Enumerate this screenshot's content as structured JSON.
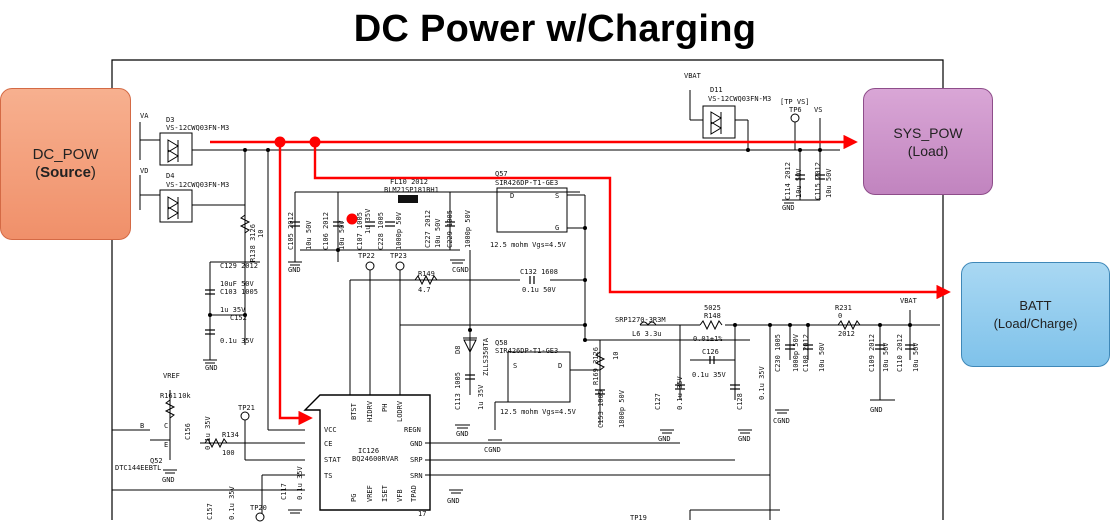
{
  "title": "DC Power w/Charging",
  "blocks": {
    "dc_pow": {
      "name": "DC_POW",
      "role_open": "(",
      "role": "Source",
      "role_close": ")"
    },
    "sys_pow": {
      "name": "SYS_POW",
      "role": "(Load)"
    },
    "batt": {
      "name": "BATT",
      "role": "(Load/Charge)"
    }
  },
  "colors": {
    "flow": "#ff0000",
    "wire": "#000000",
    "dc_box": "#f0906a",
    "sys_box": "#c184bf",
    "batt_box": "#7fc2ea"
  },
  "labels": {
    "va": "VA",
    "vd": "VD",
    "vbat": "VBAT",
    "vbat2": "VBAT",
    "vs": "VS",
    "vref": "VREF",
    "d3": "D3",
    "d3_part": "VS-12CWQ03FN-M3",
    "d4": "D4",
    "d4_part": "VS-12CWQ03FN-M3",
    "d11": "D11",
    "d11_part": "VS-12CWQ03FN-M3",
    "tp_vs": "[TP VS]",
    "tp6": "TP6",
    "fl10": "FL10 2012",
    "fl10_part": "BLM21SP181BH1",
    "q57": "Q57",
    "q57_part": "SIR426DP-T1-GE3",
    "q57_spec": "12.5 mohm Vgs=4.5V",
    "q58": "Q58",
    "q58_part": "SIR426DP-T1-GE3",
    "q58_spec": "12.5 mohm Vgs=4.5V",
    "r138": "R138 3126",
    "r138_v": "10",
    "c105": "C105 2012",
    "c105_v": "10u 50V",
    "c106": "C106 2012",
    "c106_v": "10u 50V",
    "c107": "C107 1005",
    "c107_v": "1u 35V",
    "c228": "C228 1005",
    "c228_v": "1000p 50V",
    "c227": "C227 2012",
    "c227_v": "10u 50V",
    "c229": "C229 1005",
    "c229_v": "1000p 50V",
    "c129": "C129 2012",
    "c129_v": "10uF 50V",
    "c103": "C103 1005",
    "c103_v": "1u 35V",
    "c152": "C152",
    "c152_v": "0.1u 35V",
    "tp22": "TP22",
    "tp23": "TP23",
    "tp21": "TP21",
    "tp20": "TP20",
    "tp19": "TP19",
    "r149": "R149",
    "r149_v": "4.7",
    "c132": "C132 1608",
    "c132_v": "0.1u 50V",
    "srp": "SRP1270-3R3M",
    "l6": "L6 3.3u",
    "r148a": "5025",
    "r148": "R148",
    "r148_v": "0.01±1%",
    "r231": "R231",
    "r231_a": "0",
    "r231_b": "2012",
    "c114": "C114 2012",
    "c114_v": "10u 50V",
    "c115": "C115 2012",
    "c115_v": "10u 50V",
    "d8": "D8",
    "d8_part": "ZLLS350TA",
    "c113": "C113 1005",
    "c113_v": "1u 35V",
    "r169": "R169 3126",
    "r169_v": "10",
    "c153": "C153 1005",
    "c153_v": "1800p 50V",
    "c126": "C126",
    "c126_v": "0.1u 35V",
    "c127": "C127",
    "c127_v": "0.1u 35V",
    "c128": "C128",
    "c128_v": "0.1u 35V",
    "c230": "C230 1005",
    "c230_v": "1000p 50V",
    "c108": "C108 2012",
    "c108_v": "10u 50V",
    "c109": "C109 2012",
    "c109_v": "10u 50V",
    "c110": "C110 2012",
    "c110_v": "10u 50V",
    "r161": "R161",
    "r161_v": "10k",
    "c156": "C156",
    "c156_v": "0.1u 35V",
    "r134": "R134",
    "r134_v": "100",
    "q52": "Q52",
    "q52_part": "DTC144EEBTL",
    "c157": "C157",
    "c157_v": "0.1u 35V",
    "c117": "C117",
    "c117_v": "0.1u 35V",
    "ic126": "IC126",
    "ic126_part": "BQ24600RVAR",
    "gnd": "GND",
    "cgnd": "CGND",
    "pin_vcc": "VCC",
    "pin_ce": "CE",
    "pin_stat": "STAT",
    "pin_ts": "TS",
    "pin_bst": "BTST",
    "pin_hidrv": "HIDRV",
    "pin_ph": "PH",
    "pin_lodrv": "LODRV",
    "pin_regn": "REGN",
    "pin_gnd": "GND",
    "pin_srp": "SRP",
    "pin_srn": "SRN",
    "pin_pg": "PG",
    "pin_vref": "VREF",
    "pin_iset": "ISET",
    "pin_vfb": "VFB",
    "pin_tpad": "TPAD",
    "pin_17": "17",
    "q_s": "S",
    "q_d": "D",
    "q_g": "G",
    "b": "B",
    "e": "E",
    "c": "C"
  }
}
